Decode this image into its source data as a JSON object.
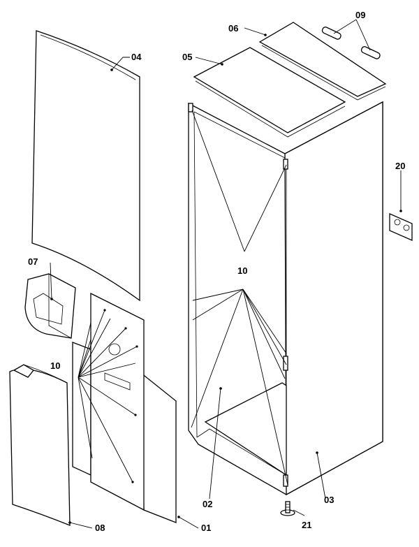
{
  "labels": {
    "p01": "01",
    "p02": "02",
    "p03": "03",
    "p04": "04",
    "p05": "05",
    "p06": "06",
    "p07": "07",
    "p08": "08",
    "p09": "09",
    "p10a": "10",
    "p10b": "10",
    "p20": "20",
    "p21": "21"
  }
}
